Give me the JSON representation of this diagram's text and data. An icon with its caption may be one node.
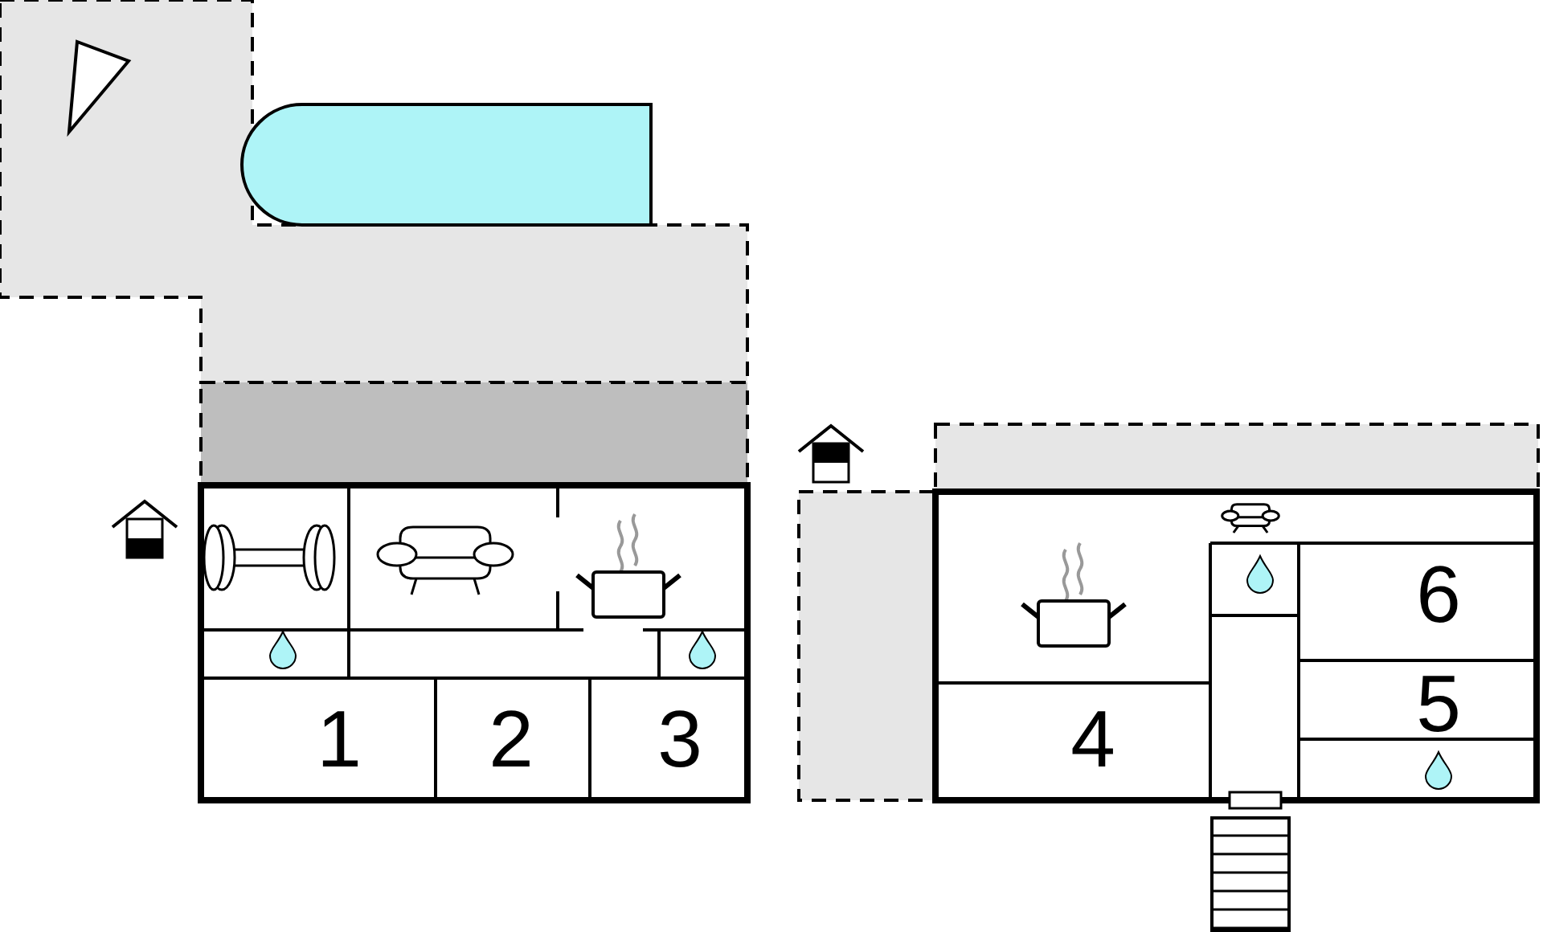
{
  "diagram": {
    "labels": [
      "1",
      "2",
      "3",
      "4",
      "5",
      "6"
    ]
  }
}
